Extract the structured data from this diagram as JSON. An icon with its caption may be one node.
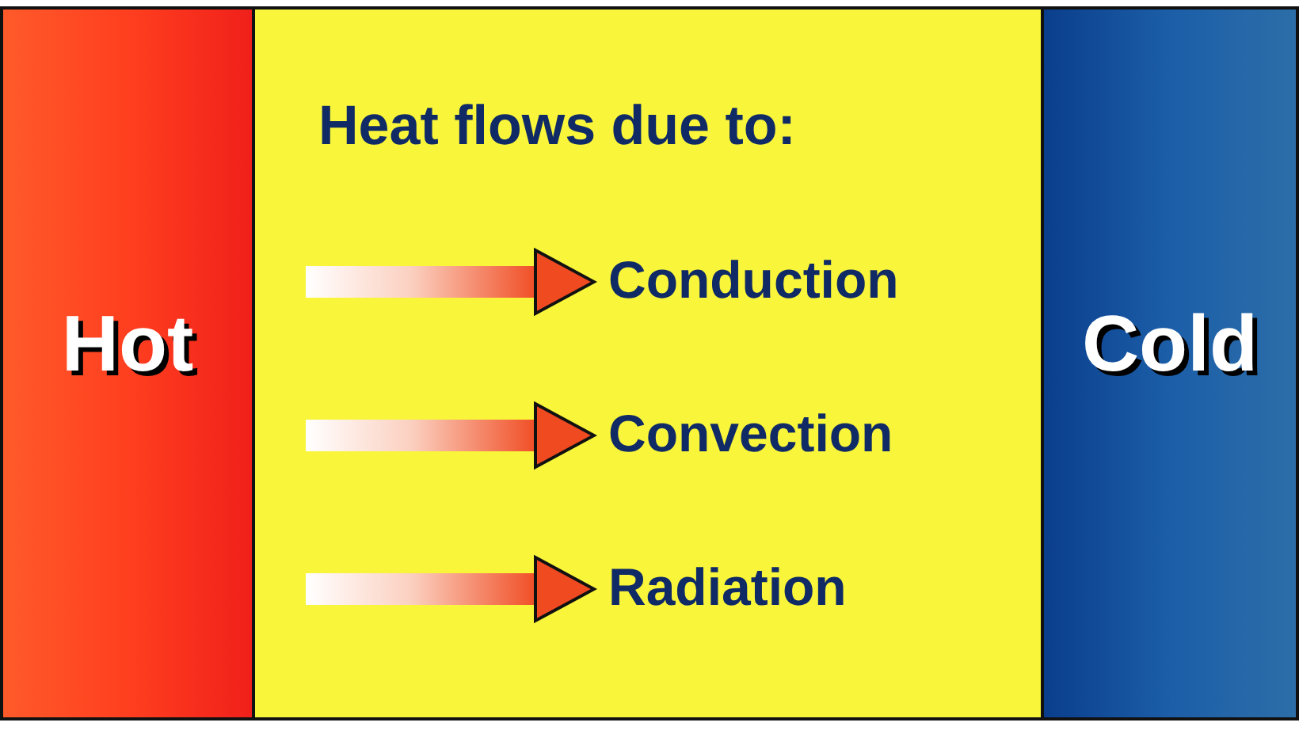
{
  "diagram": {
    "nodes": [
      {
        "text": [
          "Hot"
        ]
      },
      {
        "text": [
          "Heat flows due to:"
        ]
      },
      {
        "text": [
          "Conduction"
        ],
        "in": 1
      },
      {
        "text": [
          "Convection"
        ],
        "in": 1
      },
      {
        "text": [
          "Radiation"
        ],
        "in": 1
      },
      {
        "text": [
          "Cold"
        ]
      }
    ],
    "edges": [
      {
        "from": null,
        "to": 2,
        "arrow": "to"
      },
      {
        "from": null,
        "to": 3,
        "arrow": "to"
      },
      {
        "from": null,
        "to": 4,
        "arrow": "to"
      }
    ]
  }
}
